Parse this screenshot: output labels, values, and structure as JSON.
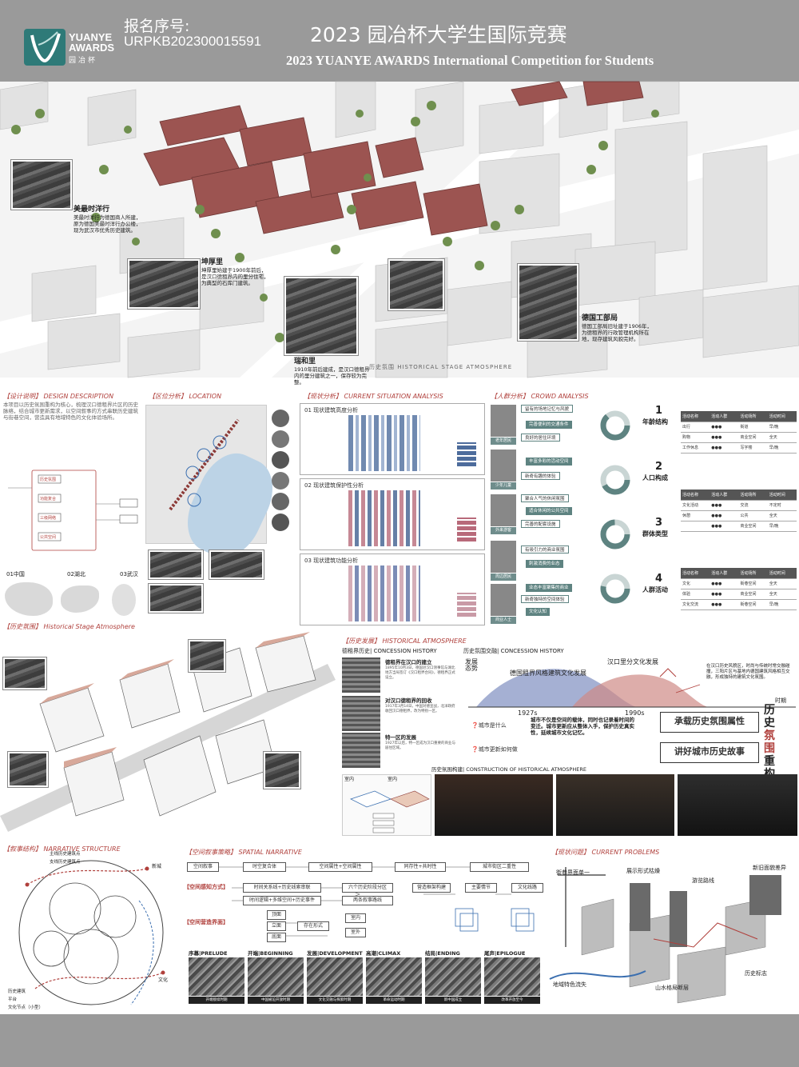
{
  "header": {
    "logo_text_line1": "YUANYE",
    "logo_text_line2": "AWARDS",
    "logo_cn": "园冶杯",
    "reg_label": "报名序号:",
    "reg_no": "URPKB202300015591",
    "title_cn": "2023 园冶杯大学生国际竞赛",
    "title_en": "2023 YUANYE AWARDS International Competition for  Students"
  },
  "hero": {
    "caption": "历史氛围    HISTORICAL  STAGE  ATMOSPHERE",
    "notes": [
      {
        "title": "美最时洋行",
        "text": "美最时洋行为德国商人所建，原为德国美最时洋行办公楼，现为武汉市优秀历史建筑。"
      },
      {
        "title": "坤厚里",
        "text": "坤厚里始建于1900年前后，是汉口德租界内的里分住宅，为典型的石库门建筑。"
      },
      {
        "title": "瑞和里",
        "text": "1910年前后建成，是汉口德租界内的里分建筑之一，保存较为完整。"
      },
      {
        "title": "德国工部局",
        "text": "德国工部局旧址建于1906年，为德租界的行政管理机构所在地，现存建筑风貌完好。"
      }
    ]
  },
  "sections": {
    "design": "【设计说明】 DESIGN DESCRIPTION",
    "location": "【区位分析】 LOCATION",
    "status": "【现状分析】 CURRENT SITUATION ANALYSIS",
    "crowd": "【人群分析】 CROWD ANALYSIS",
    "stage": "【历史氛围】 Historical Stage Atmosphere",
    "history": "【历史发展】 HISTORICAL ATMOSPHERE",
    "narrative": "【叙事结构】 NARRATIVE STRUCTURE",
    "spatial": "【空间叙事策略】 SPATIAL NARRATIVE",
    "current": "【现状问题】 CURRENT PROBLEMS"
  },
  "location": {
    "regions": [
      "01中国",
      "02湖北",
      "03武汉"
    ]
  },
  "status": {
    "boxes": [
      {
        "title": "01  现状建筑高度分析"
      },
      {
        "title": "02  现状建筑保护性分析"
      },
      {
        "title": "03  现状建筑功能分析"
      }
    ]
  },
  "crowd": {
    "groups": [
      {
        "tag": "老年居民",
        "needs": [
          "留有的场地记忆与风貌",
          "完善便利的交通条件",
          "良好的居住环境"
        ]
      },
      {
        "tag": "少年儿童",
        "needs": [
          "丰富多彩的活动空间",
          "新奇有趣的体验"
        ]
      },
      {
        "tag": "外来游客",
        "needs": [
          "聚合人气的休闲氛围",
          "适合休闲的公共空间",
          "完善的配套设施"
        ]
      },
      {
        "tag": "周边居民",
        "needs": [
          "有吸引力的商业氛围",
          "刺激消费的业态"
        ]
      },
      {
        "tag": "商业人士",
        "needs": [
          "业态丰富聚集的商业",
          "新奇独特的空间体验",
          "文化认知"
        ]
      }
    ],
    "metrics": [
      {
        "num": "1",
        "label": "年龄结构"
      },
      {
        "num": "2",
        "label": "人口构成"
      },
      {
        "num": "3",
        "label": "群体类型"
      },
      {
        "num": "4",
        "label": "人群活动"
      }
    ],
    "tables": [
      {
        "head": [
          "活动名称",
          "活动人群",
          "活动场所",
          "活动时间"
        ],
        "rows": [
          [
            "出行",
            "",
            "街道",
            "早/晚"
          ],
          [
            "购物",
            "",
            "商业空间",
            "全天"
          ],
          [
            "工作休息",
            "",
            "写字楼",
            "早/晚"
          ]
        ]
      },
      {
        "head": [
          "活动名称",
          "活动人群",
          "活动场所",
          "活动时间"
        ],
        "rows": [
          [
            "文化活动",
            "",
            "交流",
            "不定时"
          ],
          [
            "休憩",
            "",
            "公共",
            "全天"
          ],
          [
            "",
            "",
            "商业空间",
            "早/晚"
          ]
        ]
      },
      {
        "head": [
          "活动名称",
          "活动人群",
          "活动场所",
          "活动时间"
        ],
        "rows": [
          [
            "文化",
            "",
            "街巷空间",
            "全天"
          ],
          [
            "体验",
            "",
            "商业空间",
            "全天"
          ],
          [
            "文化交流",
            "",
            "街巷空间",
            "早/晚"
          ]
        ]
      }
    ]
  },
  "history": {
    "concession_title": "德租界历史|  CONCESSION HISTORY",
    "atmos_title": "历史氛围交融|  CONCESSION HISTORY",
    "items": [
      {
        "title": "德租界在汉口的建立",
        "text": "1895年10月3日，德国驻汉口领事馆与湖北地方当局签订《汉口租界合同》，德租界正式设立。"
      },
      {
        "title": "对汉口德租界的回收",
        "text": "1917年3月14日，中国对德宣战，北洋政府收回汉口德租界，改为特别一区。"
      },
      {
        "title": "特一区的发展",
        "text": "1927年以后，特一区成为汉口重要的商业与居住区域。"
      }
    ],
    "trend_label": "发展\n态势",
    "curve1": "德国租界风格建筑文化发展",
    "curve2": "汉口里分文化发展",
    "year1": "1927s",
    "year2": "1990s",
    "time_label": "时期",
    "merge_note": "在汉口历史风貌区，时尚与传统时常交融碰撞，三阳片区与基地内德国建筑风格相互交融，形成独特的建筑文化氛围。",
    "q1": "城市是什么",
    "q2": "城市更新如何做",
    "strategy1": "承载历史氛围属性",
    "strategy2": "讲好城市历史故事",
    "vertical_title_a": "历史",
    "vertical_title_b": "氛围",
    "vertical_title_c": "重构",
    "construct_title": "历史氛围构建|  CONSTRUCTION OF HISTORICAL ATMOSPHERE",
    "room_labels": [
      "室内",
      "室内"
    ]
  },
  "narrative": {
    "legend": [
      "主线历史建筑点",
      "支线历史建筑点"
    ],
    "legend2": [
      "历史建筑",
      "平台",
      "文化节点（小型）"
    ],
    "nodes": [
      "新城",
      "文化"
    ]
  },
  "spatial": {
    "row1": [
      "空间叙事",
      "时空复合体",
      "空间属性+空间属性",
      "同存性+共时性",
      "城市街区二重性"
    ],
    "red1": "【空间感知方式】",
    "row2": [
      "时间关系线+历史线索串联",
      "六个历史阶段分区",
      "营造框架构建",
      "主要情节",
      "文化线路"
    ],
    "row3": [
      "时间逻辑+多维空间+历史事件",
      "两条叙事路线"
    ],
    "red2": "【空间营造界面】",
    "row4": [
      "顶面",
      "立面",
      "底面",
      "存在形式",
      "室内",
      "室外"
    ],
    "sequence": [
      {
        "head": "序幕|PRELUDE",
        "cap": "开端接续时期"
      },
      {
        "head": "开端|BEGINNING",
        "cap": "中国被迫开放时期"
      },
      {
        "head": "发展|DEVELOPMENT",
        "cap": "文化交融与探索时期"
      },
      {
        "head": "高潮|CLIMAX",
        "cap": "革命运动时期"
      },
      {
        "head": "结局|ENDING",
        "cap": "新中国成立"
      },
      {
        "head": "尾声|EPILOGUE",
        "cap": "改革开放至今"
      }
    ]
  },
  "current": {
    "labels": [
      "街巷界面单一",
      "展示形式枯燥",
      "游览路线",
      "新旧面貌差异",
      "地域特色流失",
      "山水格局断层",
      "历史标志"
    ]
  }
}
